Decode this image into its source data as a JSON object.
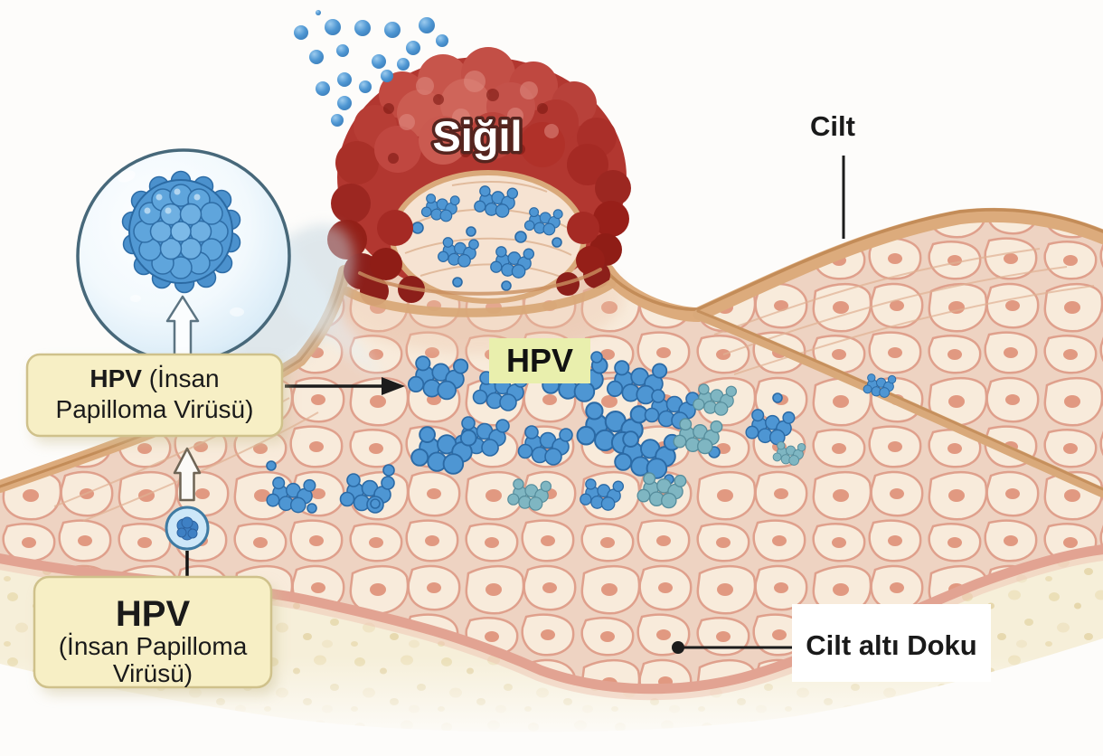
{
  "diagram": {
    "wart_label": "Siğil",
    "skin_label": "Cilt",
    "hpv_chip_label": "HPV",
    "subcutaneous_label": "Cilt altı Doku",
    "left_callout": {
      "bold": "HPV",
      "rest": " (İnsan",
      "line2": "Papilloma Virüsü)"
    },
    "bottom_callout": {
      "bold": "HPV",
      "line1": "(İnsan Papilloma",
      "line2": "Virüsü)"
    }
  },
  "colors": {
    "wart_red": "#b23730",
    "wart_red_dark": "#8c1f1a",
    "virus_blue": "#4e96d3",
    "virus_teal": "#7fb6c2",
    "callout_yellow": "#f7efc5",
    "callout_border": "#cfc18b",
    "chip_yellow_green": "#e9efad",
    "skin_tan": "#dcab7c",
    "cell_fill": "#f8ebdb",
    "cell_border": "#dfa08c",
    "dermis_pink": "#e2a392",
    "subcutaneous_beige": "#f6efd9",
    "label_text": "#1a1a1a",
    "magnifier_stroke": "#47687a"
  }
}
